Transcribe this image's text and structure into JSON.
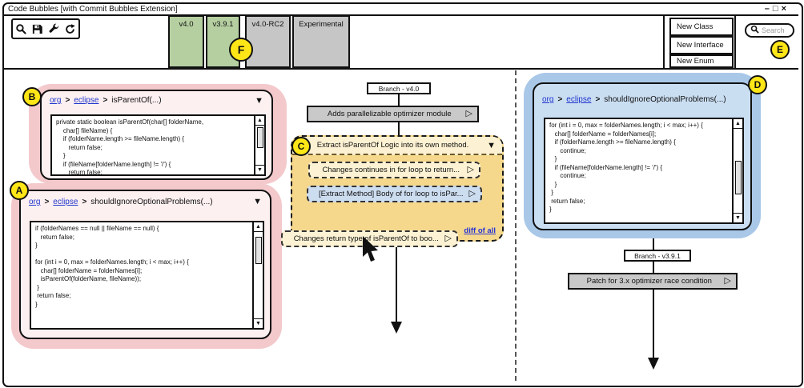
{
  "window": {
    "title": "Code Bubbles [with Commit Bubbles Extension]",
    "minimize": "–",
    "maximize": "□",
    "close": "×"
  },
  "toolbar": {
    "icons": [
      "search-icon",
      "save-icon",
      "wrench-icon",
      "refresh-icon"
    ]
  },
  "tabs": [
    {
      "label": "v4.0",
      "state": "green"
    },
    {
      "label": "v3.9.1",
      "state": "green"
    },
    {
      "label": "v4.0-RC2",
      "state": "gray"
    },
    {
      "label": "Experimental",
      "state": "gray"
    }
  ],
  "menu": {
    "items": [
      "New Class",
      "New Interface",
      "New Enum"
    ]
  },
  "search": {
    "placeholder": "Search"
  },
  "markers": {
    "a": "A",
    "b": "B",
    "c": "C",
    "d": "D",
    "e": "E",
    "f": "F"
  },
  "glyphs": {
    "dropdown": "▼",
    "play": "▷",
    "up": "▲",
    "down": "▼",
    "sep": ">"
  },
  "colors": {
    "tab_open": "#b5cfa1",
    "tab_closed": "#c6c6c6",
    "marker_yellow": "#ffe617",
    "bubble_pink": "#f3c9cc",
    "bubble_blue": "#a9c8e8",
    "group_amber": "#f6d88c",
    "commit_gray": "#c9c9c9",
    "link_blue": "#1f35cc"
  },
  "bubble_b": {
    "crumbs": [
      "org",
      "eclipse"
    ],
    "method": "isParentOf(...)",
    "code": "private static boolean isParentOf(char[] folderName,\n    char[] fileName) {\n    if (folderName.length >= fileName.length) {\n       return false;\n    }\n    if (fileName[folderName.length] != '/') {\n       return false;"
  },
  "bubble_a": {
    "crumbs": [
      "org",
      "eclipse"
    ],
    "method": "shouldIgnoreOptionalProblems(...)",
    "code": "if (folderNames == null || fileName == null) {\n   return false;\n}\n\nfor (int i = 0, max = folderNames.length; i < max; i++) {\n   char[] folderName = folderNames[i];\n   isParentOf(folderName, fileName));\n }\n return false;\n}"
  },
  "bubble_d": {
    "crumbs": [
      "org",
      "eclipse"
    ],
    "method": "shouldIgnoreOptionalProblems(...)",
    "code": "for (int i = 0, max = folderNames.length; i < max; i++) {\n   char[] folderName = folderNames[i];\n   if (folderName.length >= fileName.length) {\n      continue;\n   }\n   if (fileName[folderName.length] != '/') {\n      continue;\n   }\n }\n return false;\n}"
  },
  "timeline_v40": {
    "branch_label": "Branch - v4.0",
    "commit": "Adds parallelizable optimizer module"
  },
  "group_c": {
    "title": "Extract isParentOf Logic into its own method.",
    "items": [
      "Changes continues in for loop to return...",
      "[Extract Method] Body of for loop to isPar...",
      "Changes return type of isParentOf to boo..."
    ],
    "diff_link": "diff of all"
  },
  "timeline_v391": {
    "branch_label": "Branch - v3.9.1",
    "commit": "Patch for 3.x optimizer race condition"
  }
}
